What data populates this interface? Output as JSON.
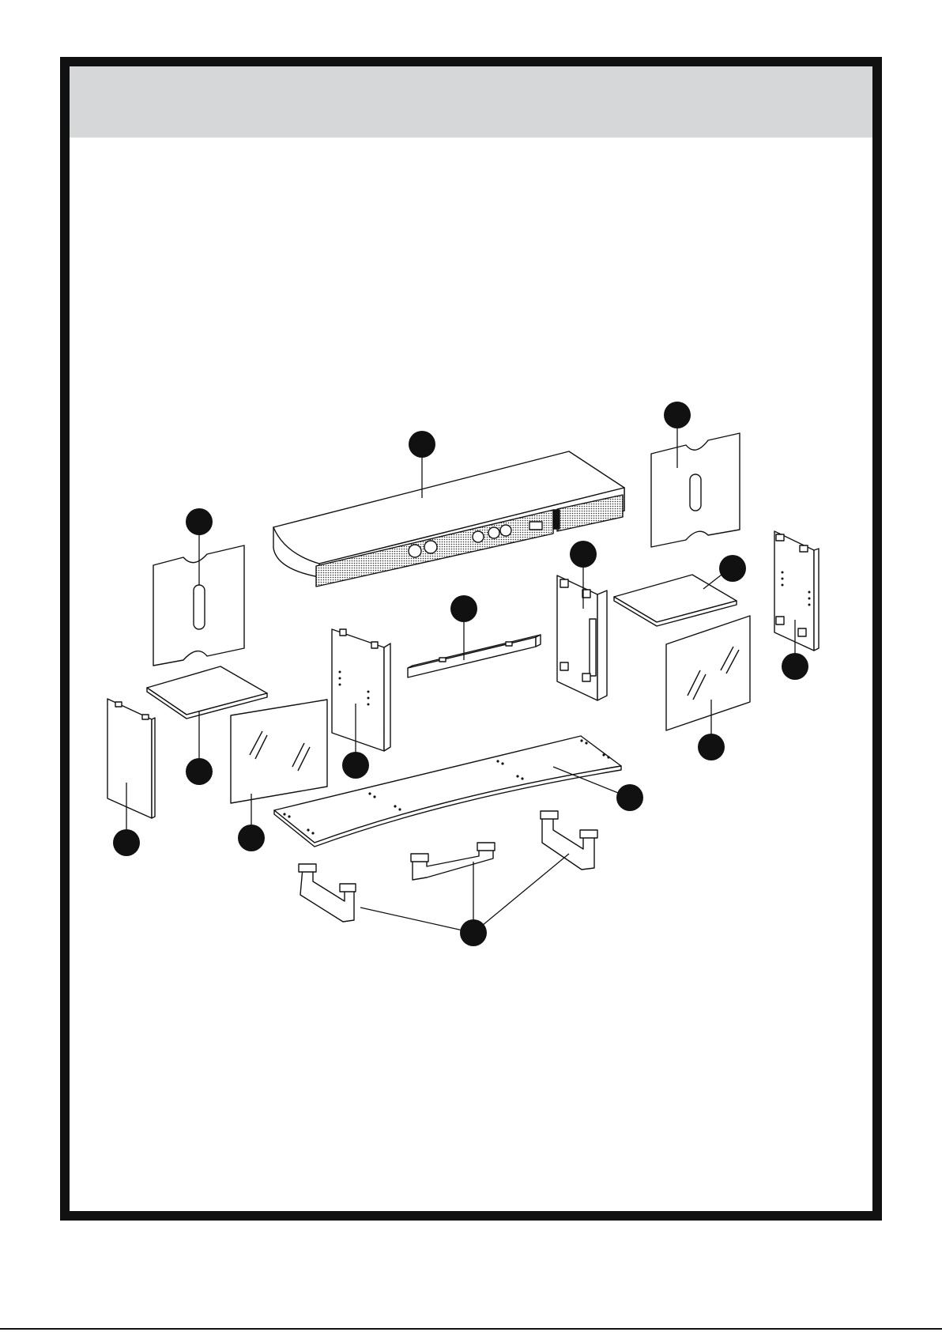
{
  "page": {
    "header_band_color": "#d6d7d9",
    "frame_color": "#111111",
    "header_text": ""
  },
  "diagram": {
    "kind": "exploded-assembly",
    "parts": [
      "top-cabinet-with-speaker-grille",
      "back-panel-left",
      "back-panel-right",
      "side-panel-left",
      "side-panel-right",
      "divider-panel-left",
      "divider-panel-right",
      "shelf-left",
      "shelf-right",
      "glass-door-left",
      "glass-door-right",
      "rear-rail",
      "bottom-base-panel",
      "legs"
    ],
    "callout_markers": 14,
    "callout_labels_printed": false
  }
}
